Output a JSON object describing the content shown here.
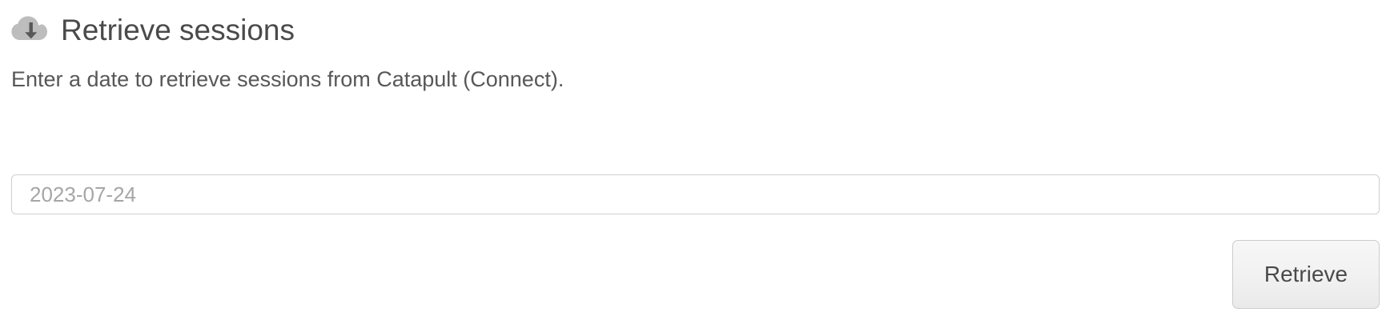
{
  "header": {
    "icon": "cloud-download-icon",
    "icon_color": "#bdbdbd",
    "icon_arrow_color": "#585858",
    "title": "Retrieve sessions"
  },
  "description": {
    "text": "Enter a date to retrieve sessions from Catapult (Connect)."
  },
  "form": {
    "date_field": {
      "value": "",
      "placeholder": "2023-07-24"
    },
    "submit_button": {
      "label": "Retrieve"
    }
  },
  "colors": {
    "page_background": "#ffffff",
    "title_text": "#4a4a4a",
    "body_text": "#575757",
    "placeholder_text": "#a6a6a6",
    "input_border": "#cfcfcf",
    "button_border": "#cccccc",
    "button_background": "#f1f1f1",
    "button_text": "#4a4a4a"
  }
}
